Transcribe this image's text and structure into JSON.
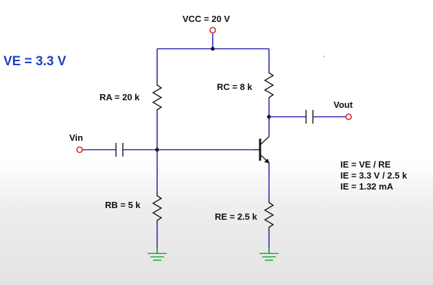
{
  "labels": {
    "ve_header": "VE = 3.3 V",
    "vcc": "VCC = 20 V",
    "ra": "RA = 20 k",
    "rb": "RB = 5 k",
    "rc": "RC = 8 k",
    "re": "RE = 2.5 k",
    "vin": "Vin",
    "vout": "Vout"
  },
  "equations": [
    "IE = VE / RE",
    "IE = 3.3 V / 2.5 k",
    "IE = 1.32 mA"
  ],
  "colors": {
    "wire": "#2a2ab0",
    "ground": "#22aa33",
    "terminal": "#dd2222",
    "header_text": "#1f3fbf"
  }
}
